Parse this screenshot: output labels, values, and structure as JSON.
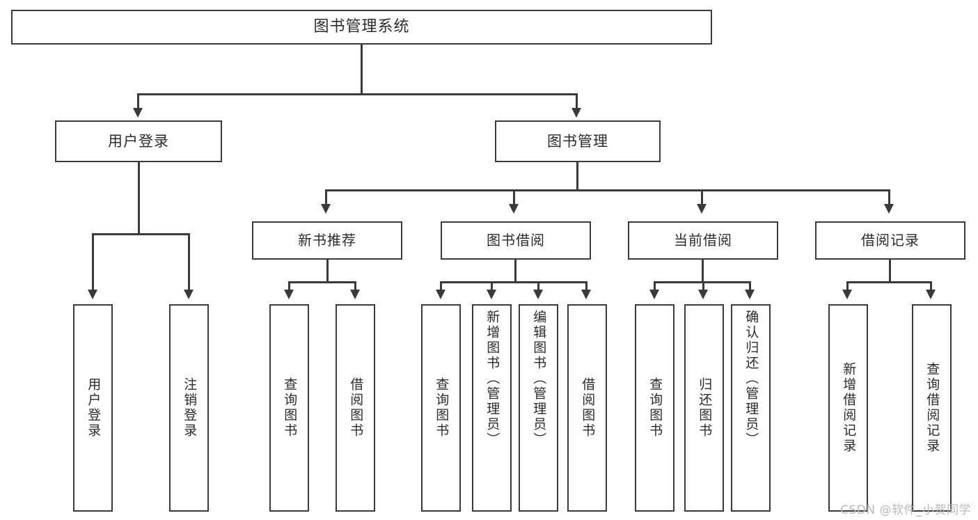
{
  "diagram": {
    "title": "图书管理系统",
    "type": "tree",
    "root": {
      "label": "图书管理系统"
    },
    "level1": [
      {
        "label": "用户登录"
      },
      {
        "label": "图书管理"
      }
    ],
    "level2": [
      {
        "label": "新书推荐"
      },
      {
        "label": "图书借阅"
      },
      {
        "label": "当前借阅"
      },
      {
        "label": "借阅记录"
      }
    ],
    "leaves": {
      "user_login": [
        {
          "label": "用户登录"
        },
        {
          "label": "注销登录"
        }
      ],
      "new_book_recommend": [
        {
          "label": "查询图书"
        },
        {
          "label": "借阅图书"
        }
      ],
      "book_borrow": [
        {
          "label": "查询图书"
        },
        {
          "label": "新增图书（管理员）"
        },
        {
          "label": "编辑图书（管理员）"
        },
        {
          "label": "借阅图书"
        }
      ],
      "current_borrow": [
        {
          "label": "查询图书"
        },
        {
          "label": "归还图书"
        },
        {
          "label": "确认归还（管理员）"
        }
      ],
      "borrow_record": [
        {
          "label": "新增借阅记录"
        },
        {
          "label": "查询借阅记录"
        }
      ]
    }
  },
  "watermark": {
    "text": "CSDN @软件_小贺同学"
  },
  "colors": {
    "stroke": "#3a3a3a",
    "text": "#2b2b2b",
    "background": "#ffffff",
    "watermark": "#b9b9b9"
  }
}
